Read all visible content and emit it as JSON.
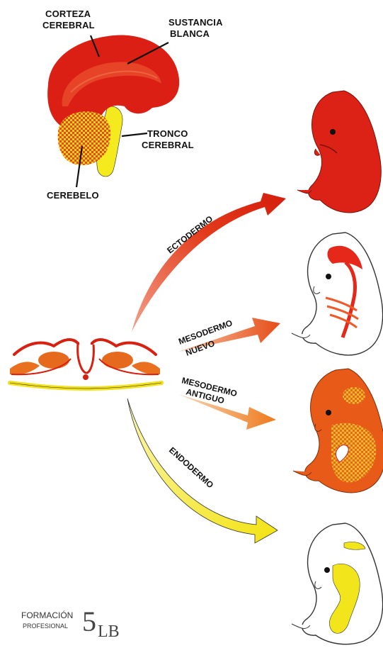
{
  "brain_labels": {
    "corteza": [
      "CORTEZA",
      "CEREBRAL"
    ],
    "sustancia": [
      "SUSTANCIA",
      "BLANCA"
    ],
    "tronco": [
      "TRONCO",
      "CEREBRAL"
    ],
    "cerebelo": "CEREBELO"
  },
  "arrow_labels": {
    "ectodermo": "ECTODERMO",
    "mesodermo_nuevo": [
      "MESODERMO",
      "NUEVO"
    ],
    "mesodermo_antiguo": [
      "MESODERMO",
      "ANTIGUO"
    ],
    "endodermo": "ENDODERMO"
  },
  "logo": {
    "line1": "FORMACIÓN",
    "line2": "PROFESIONAL",
    "mark_number": "5",
    "mark_letters": "LB"
  },
  "colors": {
    "ectodermo": "#d8200e",
    "mesodermo_nuevo": "#e8551a",
    "mesodermo_antiguo": "#ef6d1b",
    "endodermo": "#f5ea1a"
  }
}
